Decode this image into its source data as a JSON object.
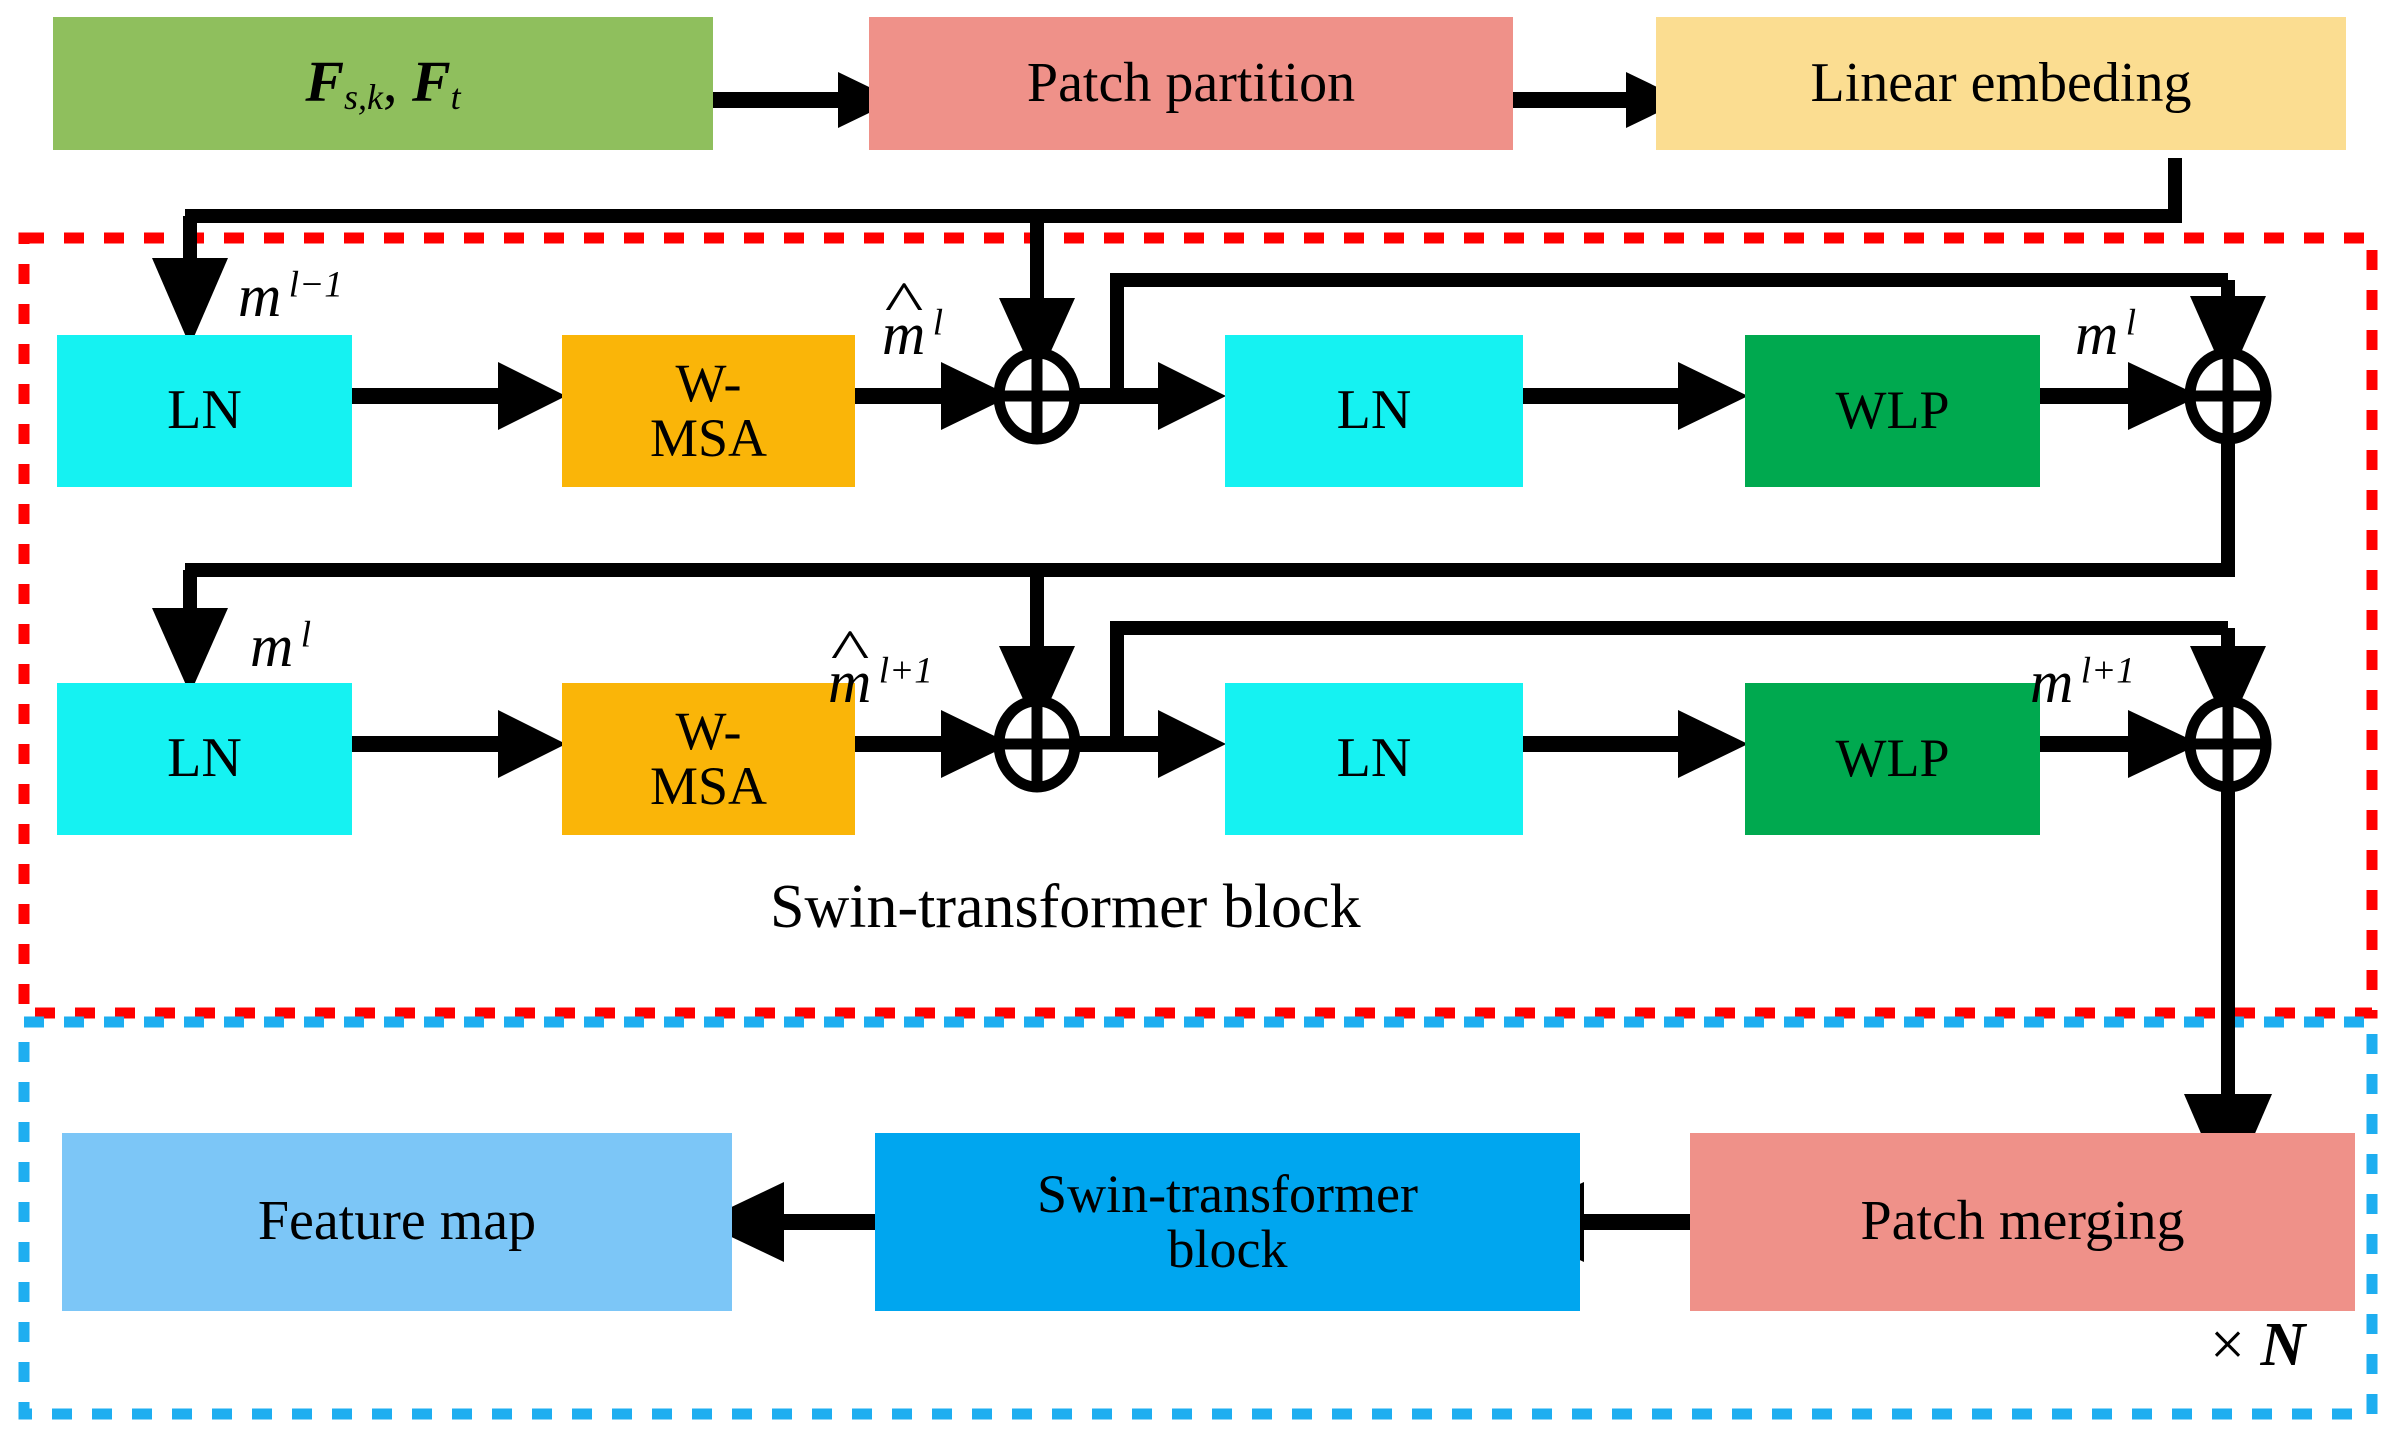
{
  "diagram": {
    "title": "Swin-transformer block architecture",
    "colors": {
      "input_green": "#8FBF5D",
      "patch_salmon": "#EF9189",
      "embed_yellow": "#FBDD91",
      "ln_cyan": "#15F2F2",
      "wmsa_orange": "#FAB508",
      "wlp_green": "#00A94F",
      "feature_lightblue": "#7CC6F7",
      "swin_blue": "#00A6EF",
      "red_dashed": "#FF0000",
      "blue_dashed": "#1EAEF0",
      "stroke": "#000000"
    },
    "top_row": {
      "input_label": "F s,k , F t",
      "patch_partition": "Patch partition",
      "linear_embedding": "Linear embeding"
    },
    "block1": {
      "input_label": "m l-1",
      "ln": "LN",
      "wmsa_line1": "W-",
      "wmsa_line2": "MSA",
      "hat_label": "m̂ l",
      "ln2": "LN",
      "wlp": "WLP",
      "out_label": "m l"
    },
    "block2": {
      "input_label": "m l",
      "ln": "LN",
      "wmsa_line1": "W-",
      "wmsa_line2": "MSA",
      "hat_label": "m̂ l+1",
      "ln2": "LN",
      "wlp": "WLP",
      "out_label": "m l+1"
    },
    "block_caption": "Swin-transformer block",
    "bottom_row": {
      "feature_map": "Feature map",
      "swin_block_line1": "Swin-transformer",
      "swin_block_line2": "block",
      "patch_merging": "Patch merging",
      "repeat_label": "× N"
    }
  }
}
